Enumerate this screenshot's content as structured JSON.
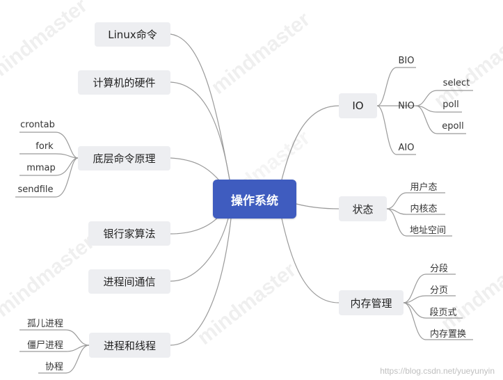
{
  "watermarks": [
    "mindmaster",
    "mindmaster",
    "mindmaster",
    "mindmaster",
    "mindmaster",
    "mindmaster",
    "mindmaster"
  ],
  "root": "操作系统",
  "left_topics": [
    "Linux命令",
    "计算机的硬件",
    "底层命令原理",
    "银行家算法",
    "进程间通信",
    "进程和线程"
  ],
  "underlying_children": [
    "crontab",
    "fork",
    "mmap",
    "sendfile"
  ],
  "process_children": [
    "孤儿进程",
    "僵尸进程",
    "协程"
  ],
  "io": {
    "label": "IO",
    "children": [
      "BIO",
      "NIO",
      "AIO"
    ],
    "nio_children": [
      "select",
      "poll",
      "epoll"
    ]
  },
  "state": {
    "label": "状态",
    "children": [
      "用户态",
      "内核态",
      "地址空间"
    ]
  },
  "memory": {
    "label": "内存管理",
    "children": [
      "分段",
      "分页",
      "段页式",
      "内存置换"
    ]
  },
  "footer": "https://blog.csdn.net/yueyunyin"
}
